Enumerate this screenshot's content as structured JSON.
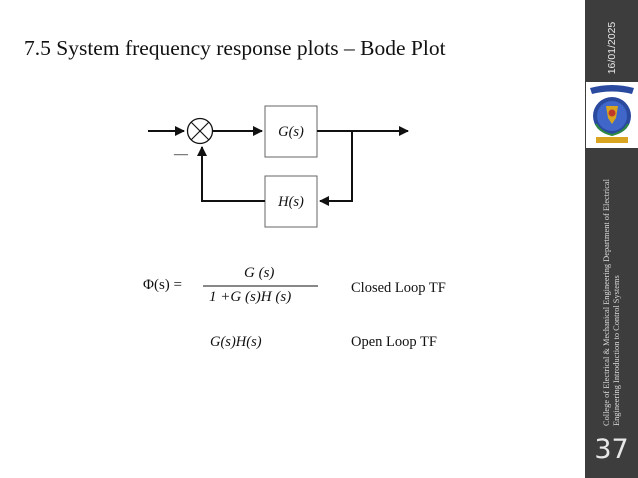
{
  "slide": {
    "title": "7.5 System frequency response plots – Bode Plot",
    "page_number": "37"
  },
  "diagram": {
    "forward_block": "G(s)",
    "feedback_block": "H(s)",
    "feedback_sign": "—"
  },
  "formula": {
    "lhs": "Φ(s) =",
    "numerator": "G (s)",
    "denominator": "1 +G (s)H (s)",
    "closed_label": "Closed Loop TF",
    "open_expr": "G(s)H(s)",
    "open_label": "Open Loop TF"
  },
  "sidebar": {
    "date": "16/01/2025",
    "college_text": "College of Electrical & Mechanical Engineering  Department of Electrical Engineering Introduction to Control Systems",
    "logo_name": "university-emblem-icon"
  }
}
